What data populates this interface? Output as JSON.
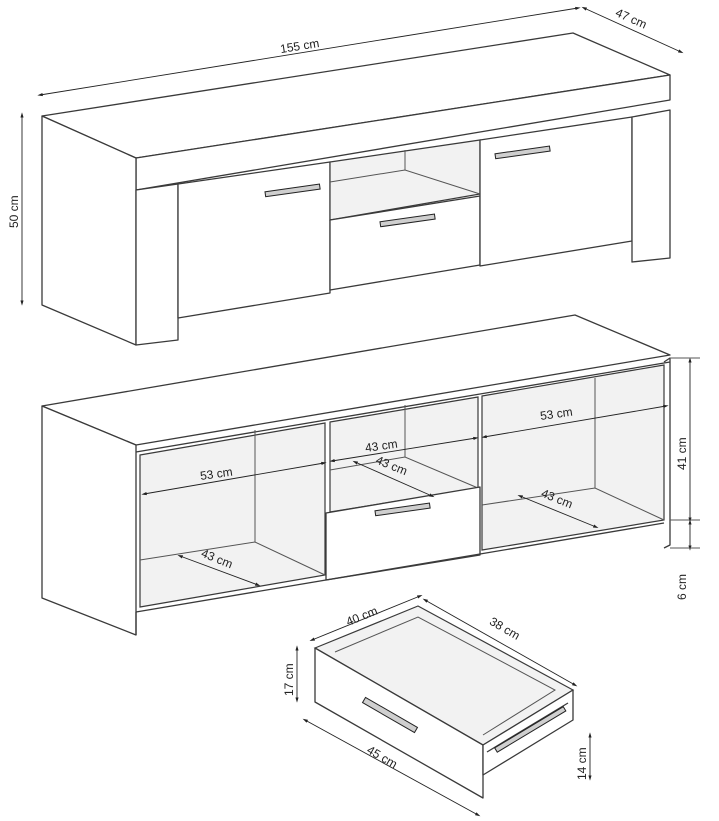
{
  "dimensions": {
    "top_width": "155 cm",
    "top_depth": "47 cm",
    "top_height": "50 cm",
    "inner_total_height": "41 cm",
    "leg_height": "6 cm",
    "left_comp_width": "53 cm",
    "left_comp_depth": "43 cm",
    "mid_comp_width": "43 cm",
    "mid_comp_depth": "43 cm",
    "right_comp_width": "53 cm",
    "right_comp_depth": "43 cm",
    "drawer_depth": "40 cm",
    "drawer_inner_length": "38 cm",
    "drawer_front_height": "17 cm",
    "drawer_front_width": "45 cm",
    "drawer_side_height": "14 cm"
  }
}
